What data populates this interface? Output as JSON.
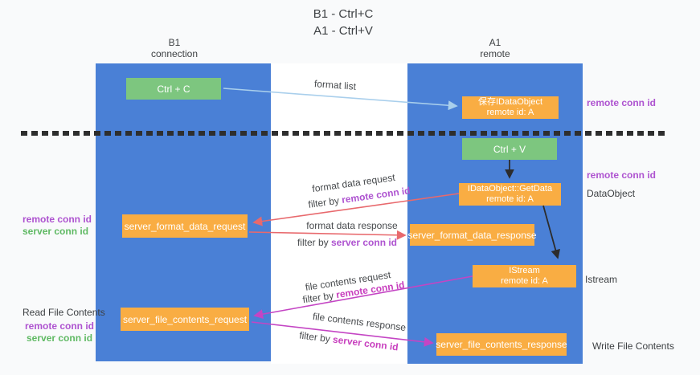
{
  "title": {
    "line1": "B1 - Ctrl+C",
    "line2": "A1 - Ctrl+V"
  },
  "colors": {
    "lane_blue": "#4a80d6",
    "node_orange": "#f9ad43",
    "node_green": "#7dc67f",
    "arrow_blue": "#a9cfec",
    "arrow_red": "#e8696d",
    "arrow_magenta": "#c445c4",
    "label_purple": "#ae53d0",
    "label_magenta": "#c83fbe",
    "label_green": "#5fb963"
  },
  "lanes": {
    "left": {
      "name": "B1",
      "sub": "connection"
    },
    "right": {
      "name": "A1",
      "sub": "remote"
    }
  },
  "nodes": {
    "ctrl_c": "Ctrl + C",
    "save_dataobject": {
      "line1": "保存IDataObject",
      "line2": "remote id: A"
    },
    "ctrl_v": "Ctrl + V",
    "getdata": {
      "line1": "IDataObject::GetData",
      "line2": "remote id: A"
    },
    "format_data_request": "server_format_data_request",
    "format_data_response": "server_format_data_response",
    "istream": {
      "line1": "IStream",
      "line2": "remote id: A"
    },
    "file_contents_request": "server_file_contents_request",
    "file_contents_response": "server_file_contents_response"
  },
  "arrow_labels": {
    "format_list": "format list",
    "format_data_request": "format data request",
    "filter_remote_1": {
      "prefix": "filter by ",
      "em": "remote conn id"
    },
    "format_data_response": "format data response",
    "filter_server_1": {
      "prefix": "filter by ",
      "em": "server conn id"
    },
    "file_contents_request": "file contents request",
    "filter_remote_2": {
      "prefix": "filter by ",
      "em": "remote conn id"
    },
    "file_contents_response": "file contents response",
    "filter_server_2": {
      "prefix": "filter by ",
      "em": "server conn id"
    }
  },
  "side_labels": {
    "right_top_remote": "remote conn id",
    "right_mid_remote": "remote conn id",
    "dataobject": "DataObject",
    "istream": "Istream",
    "write_file": "Write File Contents",
    "left_mid_remote": "remote conn id",
    "left_mid_server": "server conn id",
    "read_file": "Read File Contents",
    "left_bottom_remote": "remote conn id",
    "left_bottom_server": "server conn id"
  }
}
